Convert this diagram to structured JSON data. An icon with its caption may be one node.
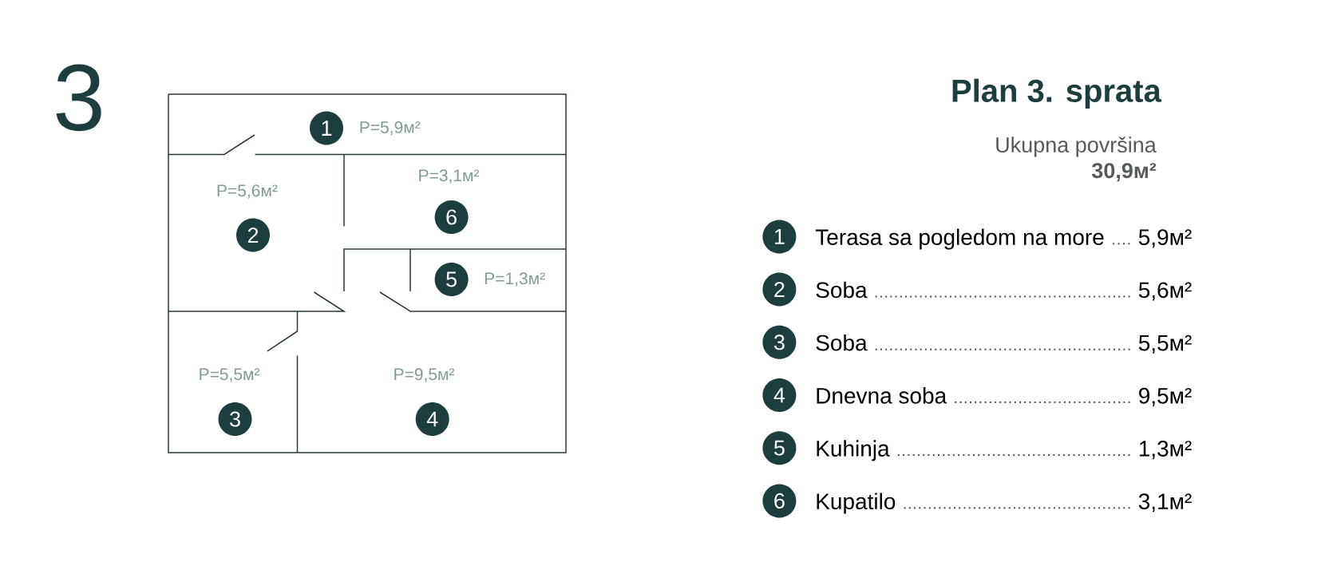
{
  "diagram": {
    "title": "Plan 3. sprata",
    "nodes": [
      {
        "text": [
          "1"
        ],
        "beside": [
          "P=5,9м²"
        ]
      },
      {
        "text": [
          "2"
        ],
        "beside": [
          "P=5,6м²"
        ]
      },
      {
        "text": [
          "3"
        ],
        "beside": [
          "P=5,5м²"
        ]
      },
      {
        "text": [
          "4"
        ],
        "beside": [
          "P=9,5м²"
        ]
      },
      {
        "text": [
          "5"
        ],
        "beside": [
          "P=1,3м²"
        ]
      },
      {
        "text": [
          "6"
        ],
        "beside": [
          "P=3,1м²"
        ]
      },
      {
        "text": [
          "1"
        ],
        "beside": [
          "Terasa sa pogledom na more"
        ]
      },
      {
        "text": [
          "2"
        ],
        "beside": [
          "Soba"
        ]
      },
      {
        "text": [
          "3"
        ],
        "beside": [
          "Soba"
        ]
      },
      {
        "text": [
          "4"
        ],
        "beside": [
          "Dnevna soba"
        ]
      },
      {
        "text": [
          "5"
        ],
        "beside": [
          "Kuhinja"
        ]
      },
      {
        "text": [
          "6"
        ],
        "beside": [
          "Kupatilo"
        ]
      }
    ],
    "labels": [
      "3",
      "Ukupna površina",
      "30,9м²",
      "5,9м²",
      "5,6м²",
      "5,5м²",
      "9,5м²",
      "1,3м²",
      "3,1м²"
    ]
  }
}
